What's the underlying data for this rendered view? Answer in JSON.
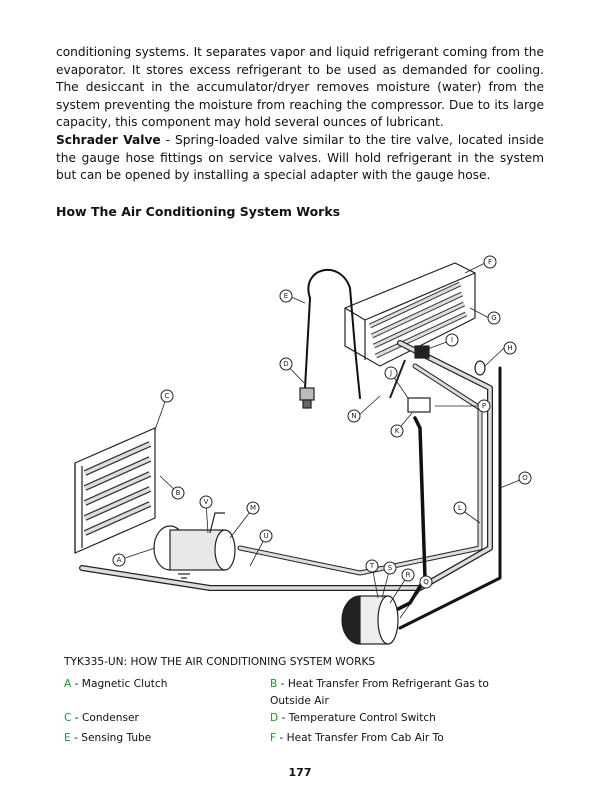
{
  "paragraph1": "conditioning systems. It separates vapor and liquid refrigerant coming from the evaporator. It stores excess refrigerant to be used as demanded for cooling. The desiccant in the accumulator/dryer removes moisture (water) from the system preventing the moisture from reaching the compressor. Due to its large capacity, this component may hold several ounces of lubricant.",
  "paragraph2": {
    "term": "Schrader Valve",
    "text": " - Spring-loaded valve similar to the tire valve, located inside the gauge hose fittings on service valves. Will hold refrigerant in the system but can be opened by installing a special adapter with the gauge hose."
  },
  "heading": "How The Air Conditioning System Works",
  "figure": {
    "labels": [
      "A",
      "B",
      "C",
      "D",
      "E",
      "F",
      "G",
      "H",
      "I",
      "J",
      "K",
      "L",
      "M",
      "N",
      "O",
      "P",
      "Q",
      "R",
      "S",
      "T",
      "U",
      "V"
    ]
  },
  "caption": "TYK335-UN: HOW THE AIR CONDITIONING SYSTEM WORKS",
  "legend": {
    "A": {
      "letter": "A",
      "text": " - Magnetic Clutch"
    },
    "B": {
      "letter": "B",
      "text": " - Heat Transfer From Refrigerant Gas to Outside Air"
    },
    "C": {
      "letter": "C",
      "text": " - Condenser"
    },
    "D": {
      "letter": "D",
      "text": " - Temperature Control Switch"
    },
    "E": {
      "letter": "E",
      "text": " - Sensing Tube"
    },
    "F": {
      "letter": "F",
      "text": " - Heat Transfer From Cab Air To"
    }
  },
  "page_number": "177",
  "colors": {
    "legend_letter": "#18a020",
    "text": "#111111"
  }
}
